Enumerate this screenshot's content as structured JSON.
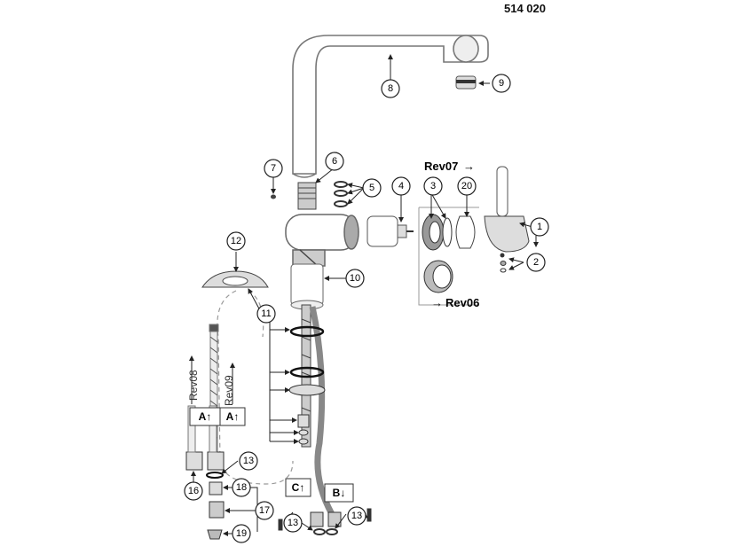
{
  "doc_number": "514 020",
  "callouts": {
    "c1": "1",
    "c2": "2",
    "c3": "3",
    "c4": "4",
    "c5": "5",
    "c6": "6",
    "c7": "7",
    "c8": "8",
    "c9": "9",
    "c10": "10",
    "c11": "11",
    "c12": "12",
    "c13a": "13",
    "c13b": "13",
    "c13c": "13",
    "c16": "16",
    "c17": "17",
    "c18": "18",
    "c19": "19",
    "c20": "20"
  },
  "revisions": {
    "rev07": "Rev07",
    "rev06": "Rev06",
    "rev08": "Rev08",
    "rev09": "Rev09"
  },
  "hose_labels": {
    "a1": "A↑",
    "a2": "A↑",
    "c": "C↑",
    "b": "B↓"
  },
  "arrows": {
    "rev07_arrow": "→",
    "rev06_arrow": "→"
  }
}
